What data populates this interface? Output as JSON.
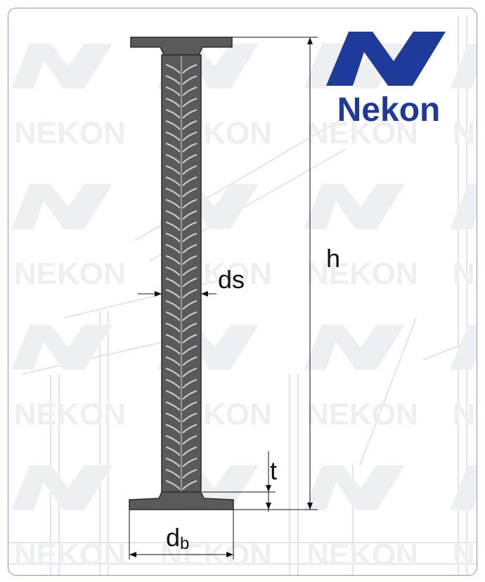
{
  "brand": {
    "name": "Nekon",
    "watermark_text": "NEKON",
    "color": "#1e3a9a"
  },
  "labels": {
    "head_diameter": "d",
    "head_diameter_sub": "b",
    "shank_diameter": "ds",
    "height": "h",
    "head_thickness": "t"
  },
  "colors": {
    "steel": "#5a5a5a",
    "steel_dark": "#3a3a3a",
    "frame": "#8a93d6",
    "background_art": "#e4e6ea"
  }
}
